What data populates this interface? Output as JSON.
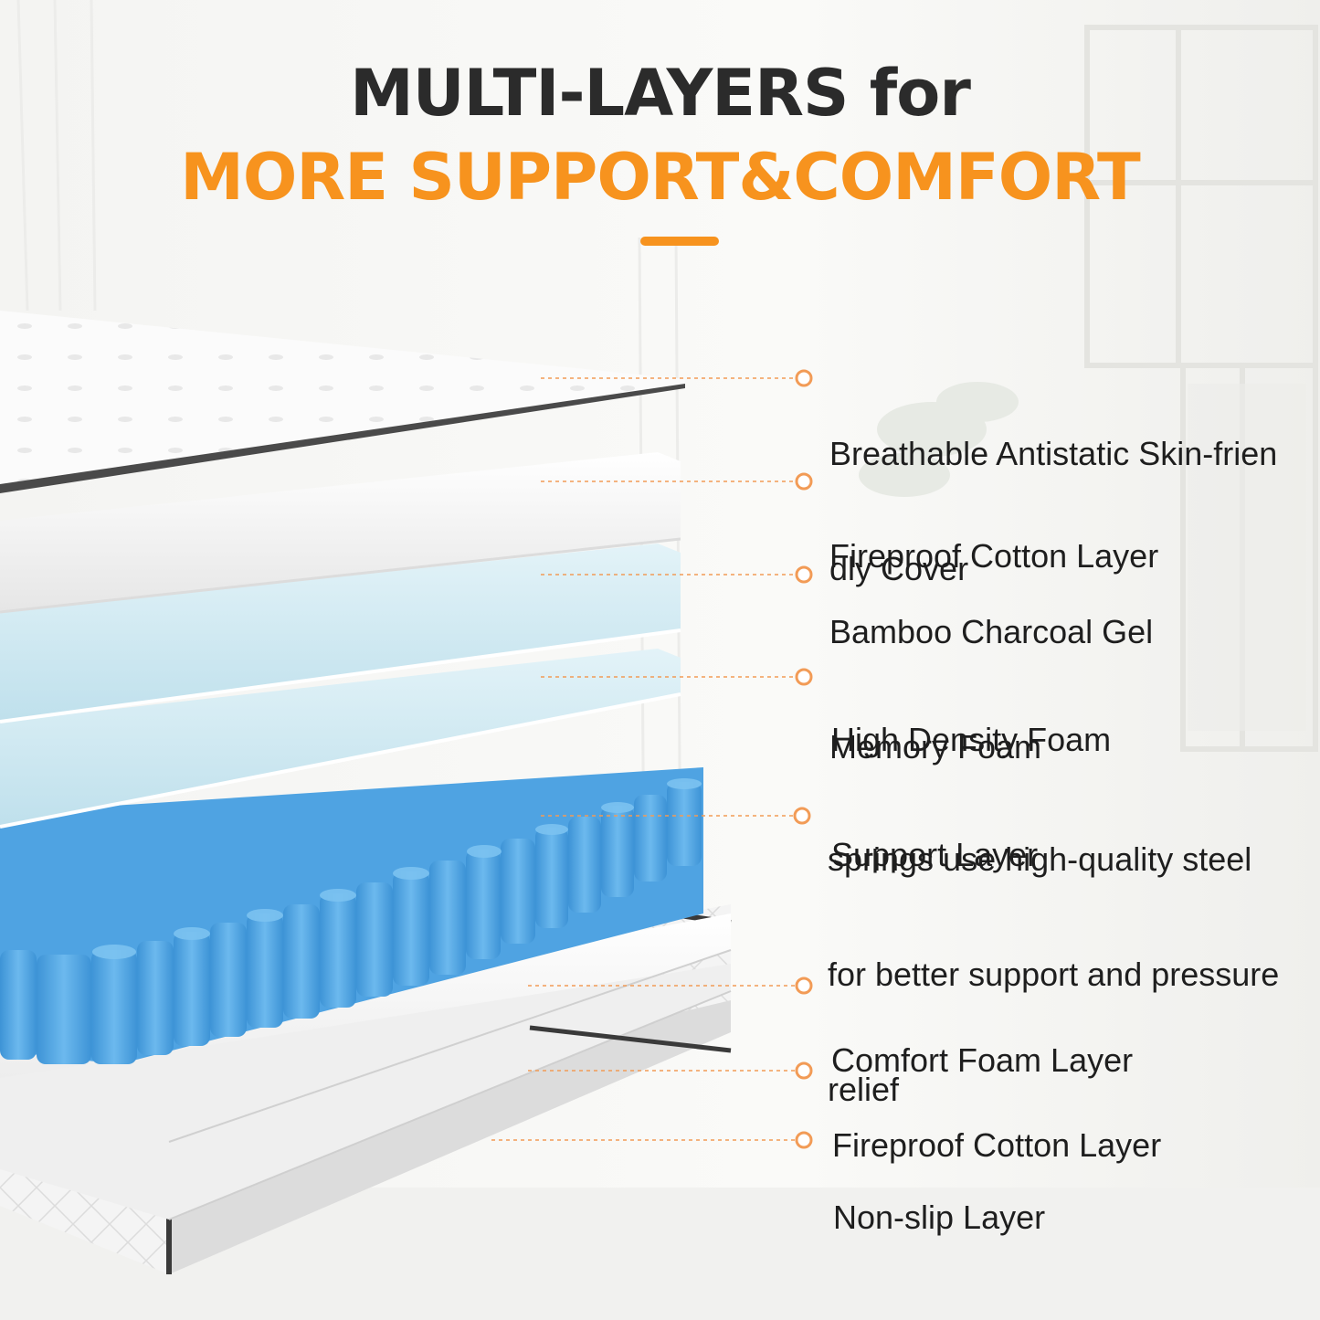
{
  "heading": {
    "line1": "MULTI-LAYERS for",
    "line2": "MORE SUPPORT&COMFORT"
  },
  "colors": {
    "heading_dark": "#2b2b2b",
    "accent": "#f7931e",
    "spring_blue": "#5aaee8",
    "gel_blue": "#cfe9f3",
    "label_text": "#1e1e1e"
  },
  "layers": [
    {
      "id": "cover",
      "line1": "Breathable Antistatic Skin-frien",
      "line2": "dly Cover"
    },
    {
      "id": "fireproof-top",
      "line1": "Fireproof Cotton Layer",
      "line2": ""
    },
    {
      "id": "gel-memory",
      "line1": "Bamboo Charcoal Gel",
      "line2": "Memory Foam"
    },
    {
      "id": "high-density",
      "line1": "High Density Foam",
      "line2": "Support Layer"
    },
    {
      "id": "springs",
      "line1": "springs use high-quality steel",
      "line2": "for better support and pressure",
      "line3": "relief"
    },
    {
      "id": "comfort-foam",
      "line1": "Comfort Foam Layer",
      "line2": ""
    },
    {
      "id": "fireproof-bottom",
      "line1": "Fireproof Cotton Layer",
      "line2": ""
    },
    {
      "id": "non-slip",
      "line1": "Non-slip Layer",
      "line2": ""
    }
  ]
}
